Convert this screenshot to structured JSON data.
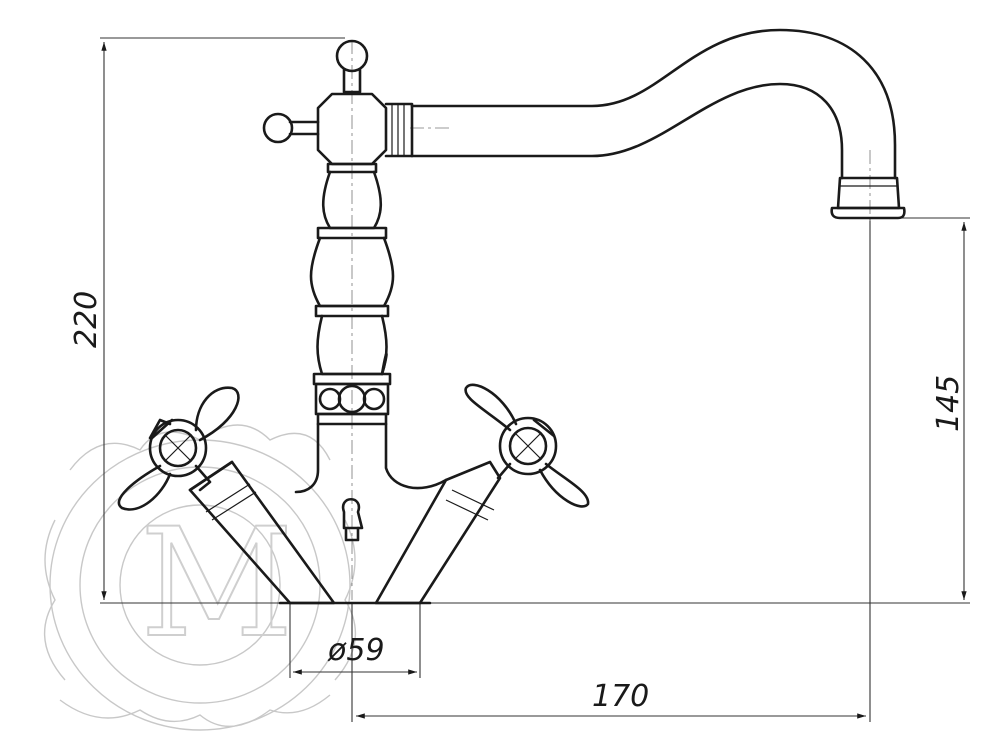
{
  "drawing": {
    "dimensions": {
      "height_total": "220",
      "spout_height": "145",
      "base_diameter": "ø59",
      "reach": "170"
    },
    "watermark_text": "M",
    "colors": {
      "ink": "#1a1a1a",
      "watermark": "#c8c8c8",
      "background": "#ffffff"
    }
  }
}
